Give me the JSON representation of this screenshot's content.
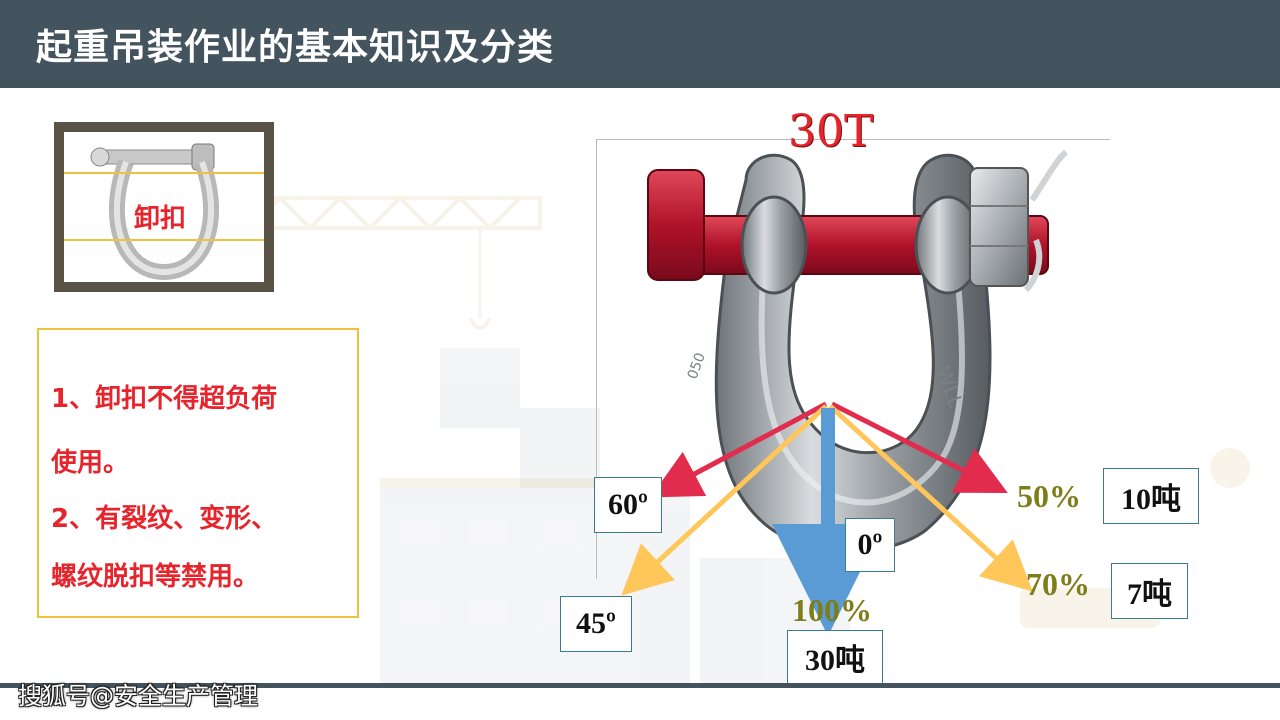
{
  "header": {
    "title": "起重吊装作业的基本知识及分类"
  },
  "thumbnail": {
    "label": "卸扣"
  },
  "notes": {
    "line1": "1、卸扣不得超负荷",
    "line2": "使用。",
    "line3": "2、有裂纹、变形、",
    "line4": "螺纹脱扣等禁用。"
  },
  "shackle": {
    "rating": "30T"
  },
  "angles": {
    "a60": "60º",
    "a0": "0º",
    "a45": "45º"
  },
  "loads": {
    "p50": "50%",
    "t10": "10吨",
    "p70": "70%",
    "t7": "7吨",
    "p100": "100%",
    "t30": "30吨"
  },
  "colors": {
    "header_bg": "#44545f",
    "warning_red": "#e6242c",
    "accent_yellow": "#f0c23c",
    "arrow_blue": "#5b9bd5",
    "arrow_orange": "#ffc65a",
    "arrow_red": "#e12c4e",
    "pct_olive": "#7d7d1a"
  },
  "footer": {
    "watermark": "搜狐号@安全生产管理"
  }
}
